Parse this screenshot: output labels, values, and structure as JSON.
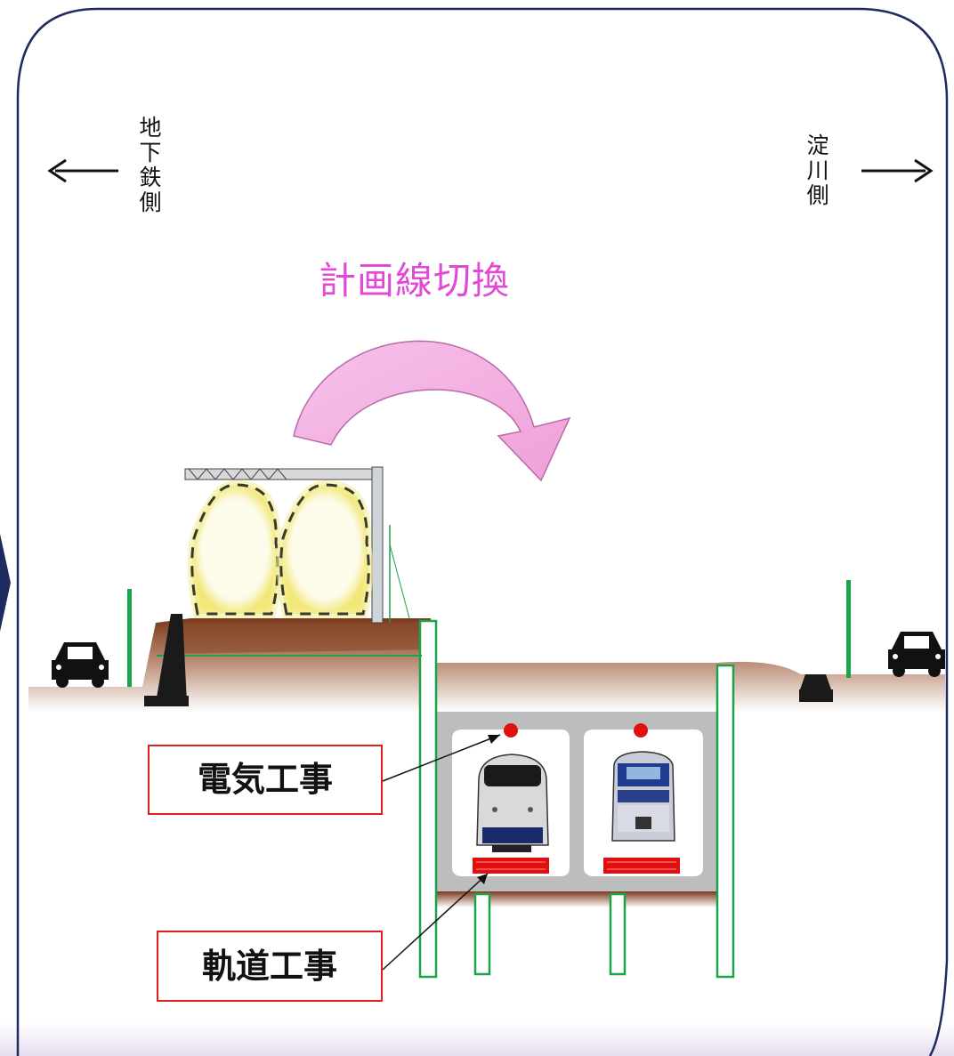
{
  "direction_left": {
    "label": "地下鉄側",
    "arrow": "←"
  },
  "direction_right": {
    "label": "淀川側",
    "arrow": "→"
  },
  "title": "計画線切換",
  "callouts": {
    "electric_work": "電気工事",
    "track_work": "軌道工事"
  },
  "colors": {
    "title": "#e04ad6",
    "switch_arrow": "#f4b3e2",
    "soil": "#8b4a2b",
    "support_piles": "#1aa34a",
    "callout_border": "#e21d1d",
    "track_marker": "#e01010",
    "tunnel": "#bdbdbd",
    "frame": "#1f2a5e"
  },
  "icons": [
    "car-icon",
    "train-icon",
    "curved-arrow-icon"
  ]
}
